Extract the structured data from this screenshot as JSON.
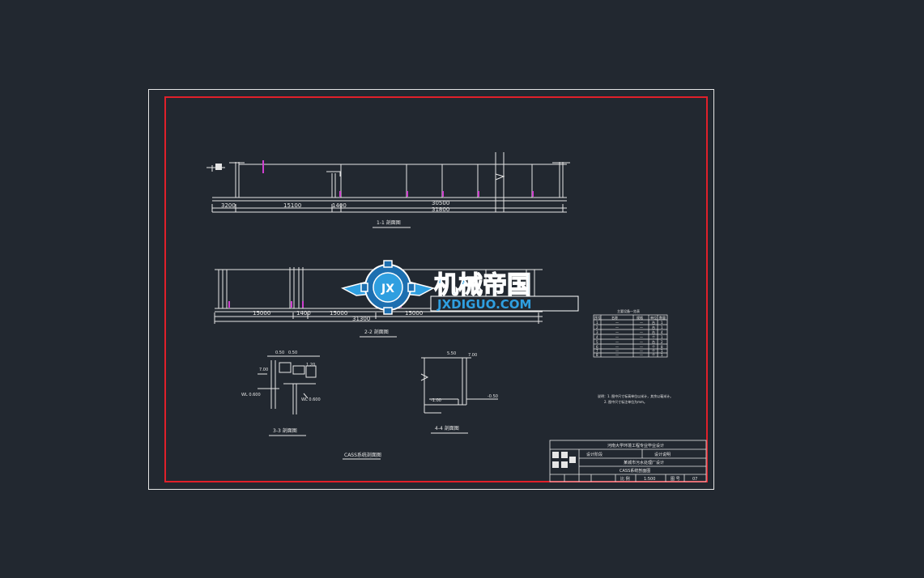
{
  "drawing": {
    "sections": {
      "s11_title": "1-1  剖面图",
      "s11_dims": [
        "3200",
        "15100",
        "1400",
        "30500",
        "31800"
      ],
      "s22_title": "2-2  剖面图",
      "s22_dims": [
        "15000",
        "1400",
        "15000",
        "15000",
        "31300"
      ],
      "s33_title": "3-3  剖面图",
      "s33_dims": [
        "0.50",
        "0.50",
        "1.20",
        "7.00",
        "WL 0.600",
        "WL 0.600"
      ],
      "s44_title": "4-4  剖面图",
      "s44_dims": [
        "5.50",
        "7.00",
        "-0.50",
        "-1.00"
      ]
    },
    "caption": "CASS系统剖面图",
    "table": {
      "title": "主要设备一览表",
      "headers": [
        "序号",
        "名称",
        "规格",
        "单位",
        "数量"
      ],
      "rows": [
        [
          "1",
          "—",
          "—",
          "台",
          "1"
        ],
        [
          "2",
          "—",
          "—",
          "台",
          "1"
        ],
        [
          "3",
          "—",
          "—",
          "台",
          "4"
        ],
        [
          "4",
          "—",
          "—",
          "个",
          "1"
        ],
        [
          "5",
          "—",
          "—",
          "台",
          "2"
        ],
        [
          "6",
          "—",
          "—",
          "个",
          "8"
        ],
        [
          "7",
          "—",
          "—",
          "个",
          "1"
        ],
        [
          "8",
          "—",
          "—",
          "个",
          "1"
        ]
      ]
    },
    "notes": [
      "说明：1. 图中尺寸标高单位以米计，其余以毫米计。",
      "2. 图中尺寸标注单位为mm。"
    ],
    "titleblock": {
      "school": "河南大学环境工程专业毕业设计",
      "row2_left": "设计阶段",
      "row2_right": "设计说明",
      "project": "某城市污水处理厂设计",
      "drawing_name": "CASS系统剖面图",
      "scale_label": "比 例",
      "scale_value": "1:500",
      "sheet_label": "图 号",
      "sheet_value": "07"
    }
  },
  "watermark": {
    "cn": "机械帝国",
    "en": "JXDIGUO.COM",
    "badge": "JX"
  },
  "colors": {
    "background": "#222830",
    "frame_outer": "#e6e6e6",
    "frame_inner": "#e0202a",
    "lines": "#e6e6e6",
    "magenta": "#d040d0",
    "watermark_blue": "#2f9fe0"
  }
}
